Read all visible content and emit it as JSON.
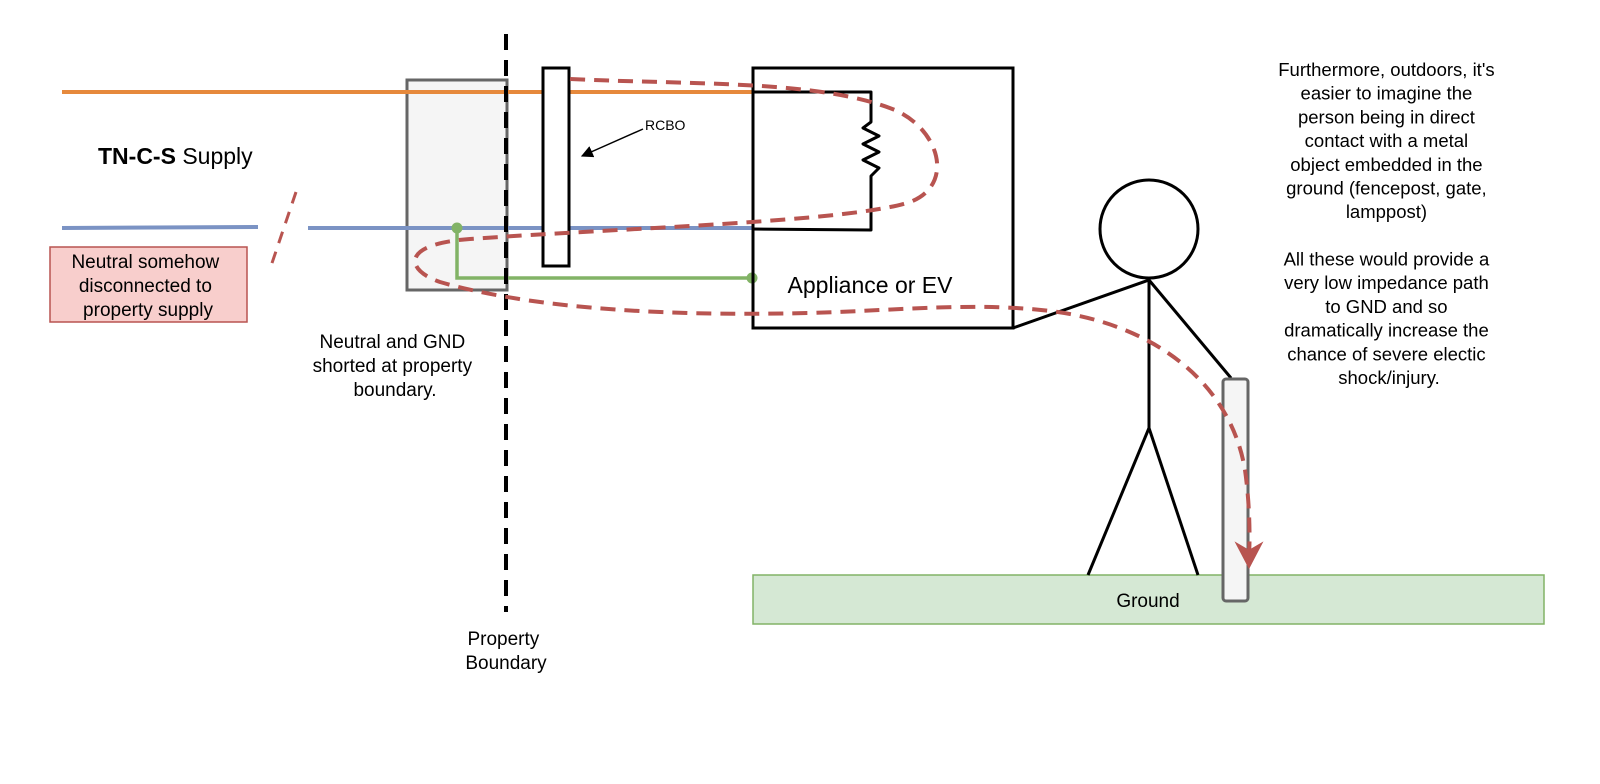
{
  "supply_label": {
    "bold": "TN-C-S",
    "rest": " Supply"
  },
  "neutral_fault": {
    "lines": [
      "Neutral somehow",
      "disconnected to",
      "property supply"
    ]
  },
  "neutral_gnd_note": {
    "lines": [
      "Neutral and GND",
      "shorted at property",
      "boundary."
    ]
  },
  "property_boundary": {
    "lines": [
      "Property",
      "Boundary"
    ]
  },
  "rcbo_label": "RCBO",
  "appliance_label": "Appliance or EV",
  "ground_label": "Ground",
  "side_note": {
    "paragraph1": [
      "Furthermore, outdoors, it's",
      "easier to imagine the",
      "person being in direct",
      "contact with a metal",
      "object embedded in the",
      "ground (fencepost, gate,",
      "lamppost)"
    ],
    "paragraph2": [
      "All these would provide a",
      "very low impedance path",
      "to GND and so",
      "dramatically increase the",
      "chance of severe electic",
      "shock/injury."
    ]
  },
  "colors": {
    "live": "#e6893c",
    "neutral": "#7b93c4",
    "earth": "#82b366",
    "fault_path": "#b85450",
    "fault_box_fill": "#f8cecc",
    "ground_fill": "#d5e8d4",
    "post_fill": "#f5f5f5"
  }
}
